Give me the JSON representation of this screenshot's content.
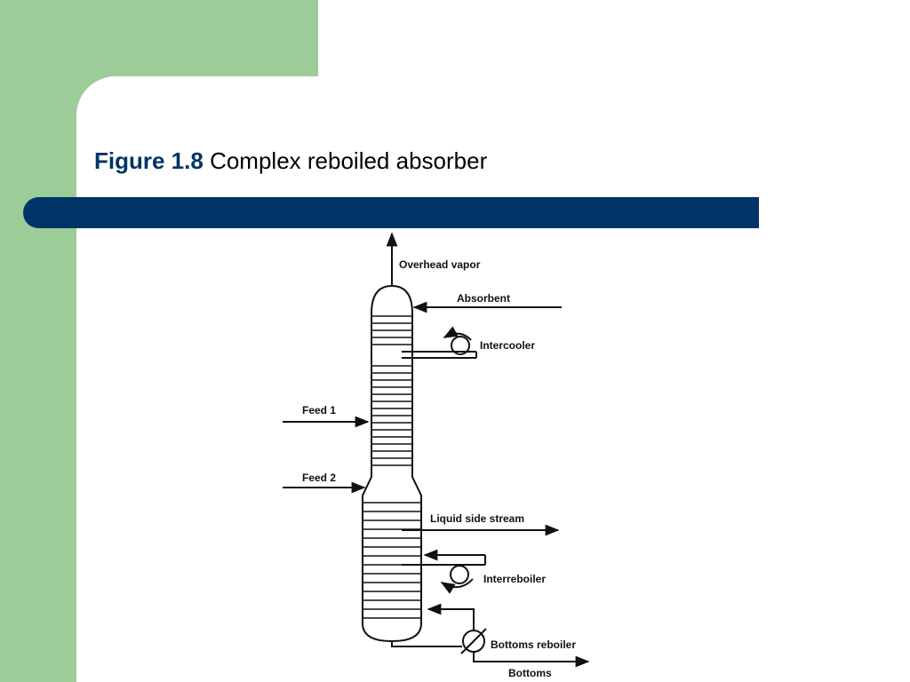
{
  "slide": {
    "title_label": "Figure 1.8",
    "title_text": "Complex reboiled absorber",
    "colors": {
      "sidebar": "#9ccc97",
      "bar": "#003366",
      "ink": "#111111"
    }
  },
  "diagram": {
    "labels": {
      "overhead_vapor": "Overhead vapor",
      "absorbent": "Absorbent",
      "intercooler": "Intercooler",
      "feed1": "Feed 1",
      "feed2": "Feed 2",
      "liquid_side_stream": "Liquid side stream",
      "interreboiler": "Interreboiler",
      "bottoms_reboiler": "Bottoms reboiler",
      "bottoms": "Bottoms"
    }
  }
}
